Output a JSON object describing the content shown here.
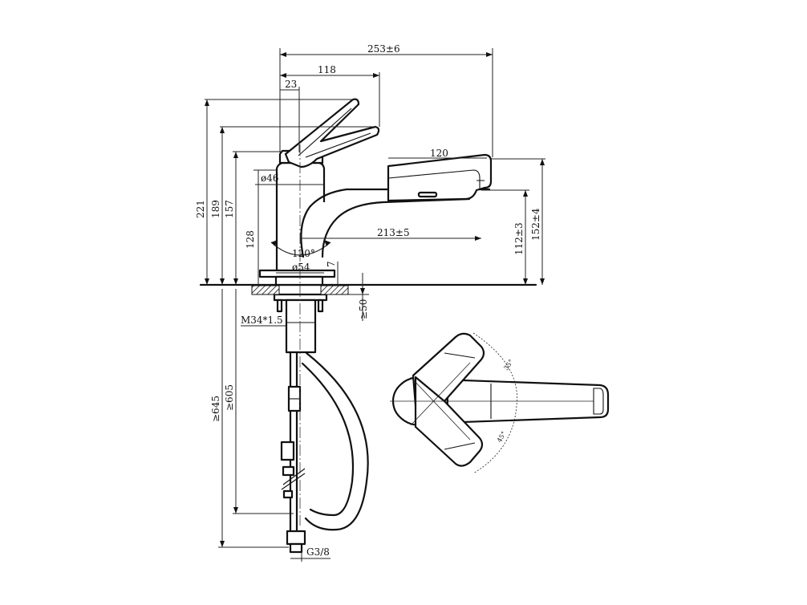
{
  "dimensions": {
    "overall_reach": "253±6",
    "lever_reach": "118",
    "lever_offset": "23",
    "spray_head_length": "120",
    "spout_diameter": "ø46",
    "base_diameter": "ø54",
    "pullout_reach": "213±5",
    "rotation_angle": "120°",
    "total_height": "221",
    "lever_height": "189",
    "spout_top_height": "157",
    "body_height": "128",
    "spout_outlet_height": "112±3",
    "spray_head_height": "152±4",
    "base_ring": "7",
    "max_deck_thickness": "≥50",
    "thread_size": "M34*1.5",
    "supply_hose_length": "≥645",
    "pullout_hose_length": "≥605",
    "connection_thread": "G3/8",
    "lever_angle_top": "35°",
    "lever_angle_bottom": "45°"
  },
  "colors": {
    "line": "#111111",
    "background": "#ffffff"
  }
}
